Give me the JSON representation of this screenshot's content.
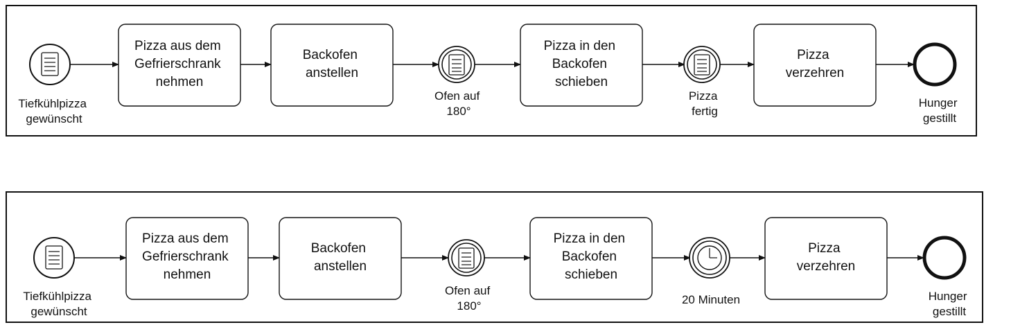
{
  "diagrams": [
    {
      "tasks": [
        [
          "Pizza aus dem",
          "Gefrierschrank",
          "nehmen"
        ],
        [
          "Backofen",
          "anstellen"
        ],
        [
          "Pizza in den",
          "Backofen",
          "schieben"
        ],
        [
          "Pizza",
          "verzehren"
        ]
      ],
      "events": [
        {
          "type": "start-message",
          "icon": "message-icon",
          "label": [
            "Tiefkühlpizza",
            "gewünscht"
          ]
        },
        {
          "type": "intermediate-message",
          "icon": "message-icon",
          "label": [
            "Ofen auf",
            "180°"
          ]
        },
        {
          "type": "intermediate-message",
          "icon": "message-icon",
          "label": [
            "Pizza",
            "fertig"
          ]
        },
        {
          "type": "end",
          "icon": "",
          "label": [
            "Hunger",
            "gestillt"
          ]
        }
      ]
    },
    {
      "tasks": [
        [
          "Pizza aus dem",
          "Gefrierschrank",
          "nehmen"
        ],
        [
          "Backofen",
          "anstellen"
        ],
        [
          "Pizza in den",
          "Backofen",
          "schieben"
        ],
        [
          "Pizza",
          "verzehren"
        ]
      ],
      "events": [
        {
          "type": "start-message",
          "icon": "message-icon",
          "label": [
            "Tiefkühlpizza",
            "gewünscht"
          ]
        },
        {
          "type": "intermediate-message",
          "icon": "message-icon",
          "label": [
            "Ofen auf",
            "180°"
          ]
        },
        {
          "type": "intermediate-timer",
          "icon": "clock-icon",
          "label": [
            "20 Minuten"
          ]
        },
        {
          "type": "end",
          "icon": "",
          "label": [
            "Hunger",
            "gestillt"
          ]
        }
      ]
    }
  ]
}
